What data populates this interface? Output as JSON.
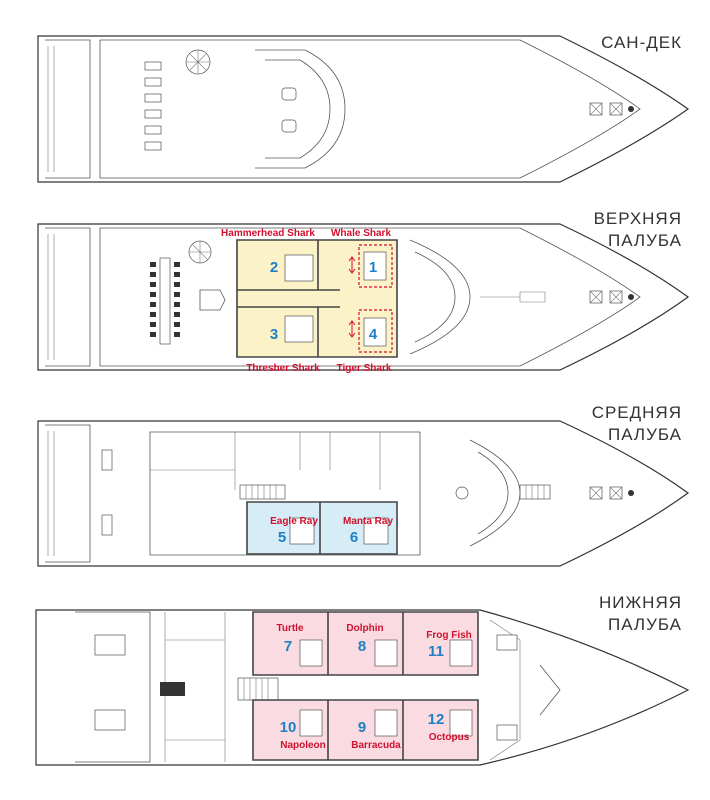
{
  "decks": [
    {
      "id": "sun",
      "label_lines": [
        "САН-ДЕК"
      ],
      "cabins": []
    },
    {
      "id": "upper",
      "label_lines": [
        "ВЕРХНЯЯ",
        "ПАЛУБА"
      ],
      "cabins": [
        {
          "number": "2",
          "name": "Hammerhead Shark"
        },
        {
          "number": "1",
          "name": "Whale Shark"
        },
        {
          "number": "3",
          "name": "Thresher Shark"
        },
        {
          "number": "4",
          "name": "Tiger Shark"
        }
      ]
    },
    {
      "id": "middle",
      "label_lines": [
        "СРЕДНЯЯ",
        "ПАЛУБА"
      ],
      "cabins": [
        {
          "number": "5",
          "name": "Eagle Ray"
        },
        {
          "number": "6",
          "name": "Manta Ray"
        }
      ]
    },
    {
      "id": "lower",
      "label_lines": [
        "НИЖНЯЯ",
        "ПАЛУБА"
      ],
      "cabins": [
        {
          "number": "7",
          "name": "Turtle"
        },
        {
          "number": "8",
          "name": "Dolphin"
        },
        {
          "number": "11",
          "name": "Frog Fish"
        },
        {
          "number": "10",
          "name": "Napoleon"
        },
        {
          "number": "9",
          "name": "Barracuda"
        },
        {
          "number": "12",
          "name": "Octopus"
        }
      ]
    }
  ],
  "colors": {
    "upper_cabins": "#fbf2c8",
    "middle_cabins": "#d6ecf6",
    "lower_cabins": "#f9dbe1",
    "cabin_name": "#d0102e",
    "cabin_number": "#1e7fc4"
  }
}
